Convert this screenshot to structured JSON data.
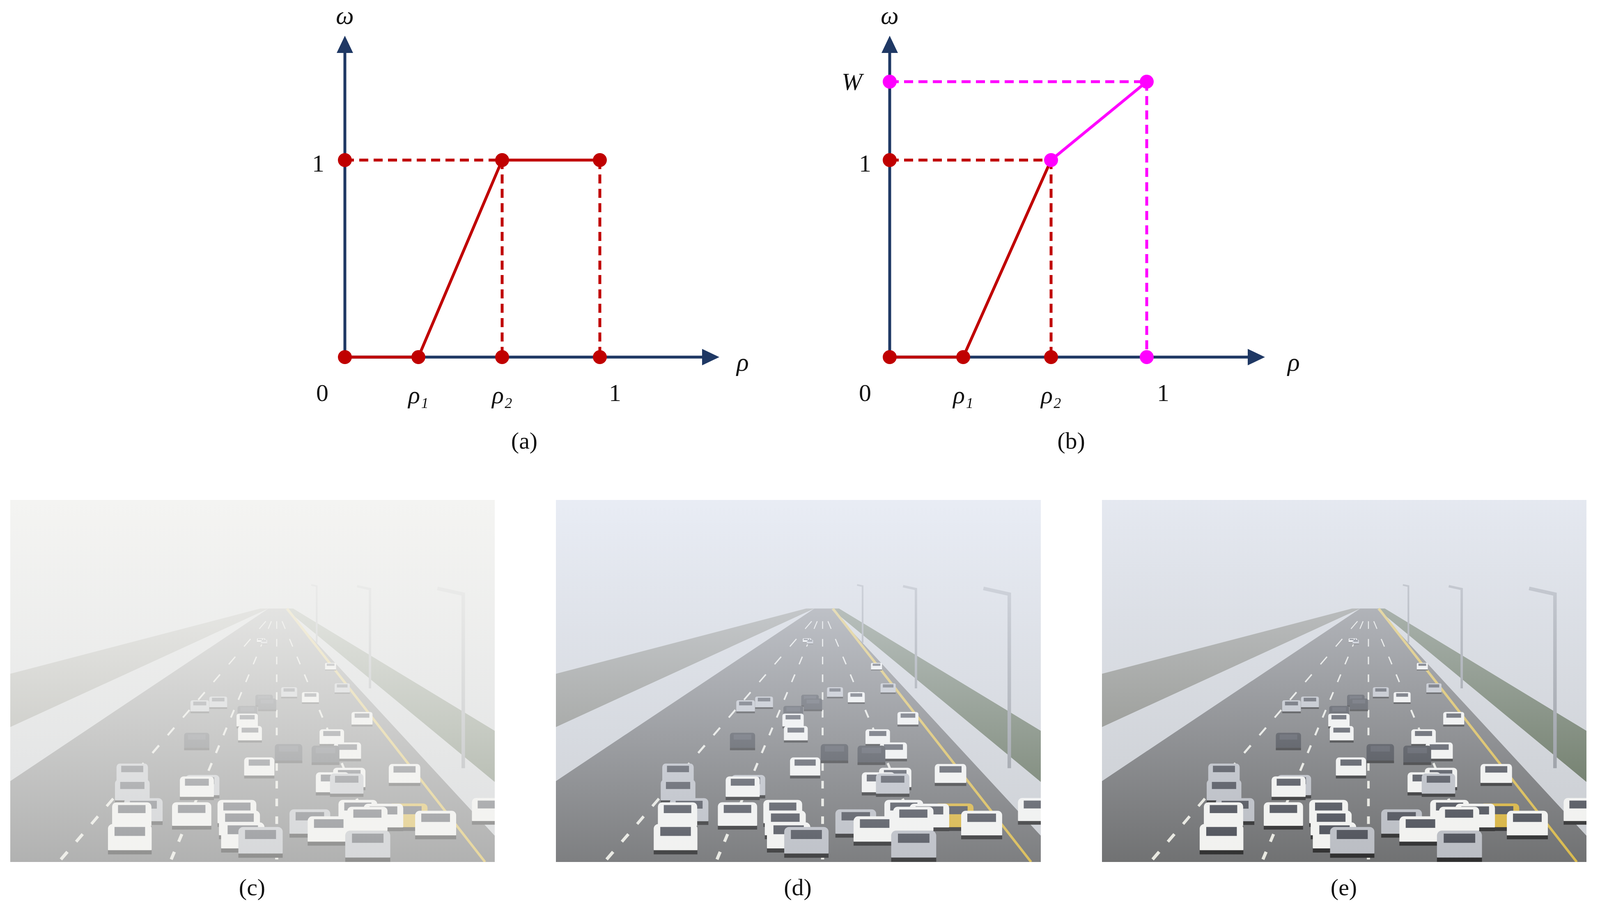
{
  "diagram": {
    "labels": [
      "ω",
      "1",
      "ρ",
      "0",
      "ρ₁",
      "ρ₂",
      "1",
      "(a)",
      "ω",
      "W",
      "1",
      "ρ",
      "0",
      "ρ₁",
      "ρ₂",
      "1",
      "(b)",
      "(c)",
      "(d)",
      "(e)"
    ]
  }
}
